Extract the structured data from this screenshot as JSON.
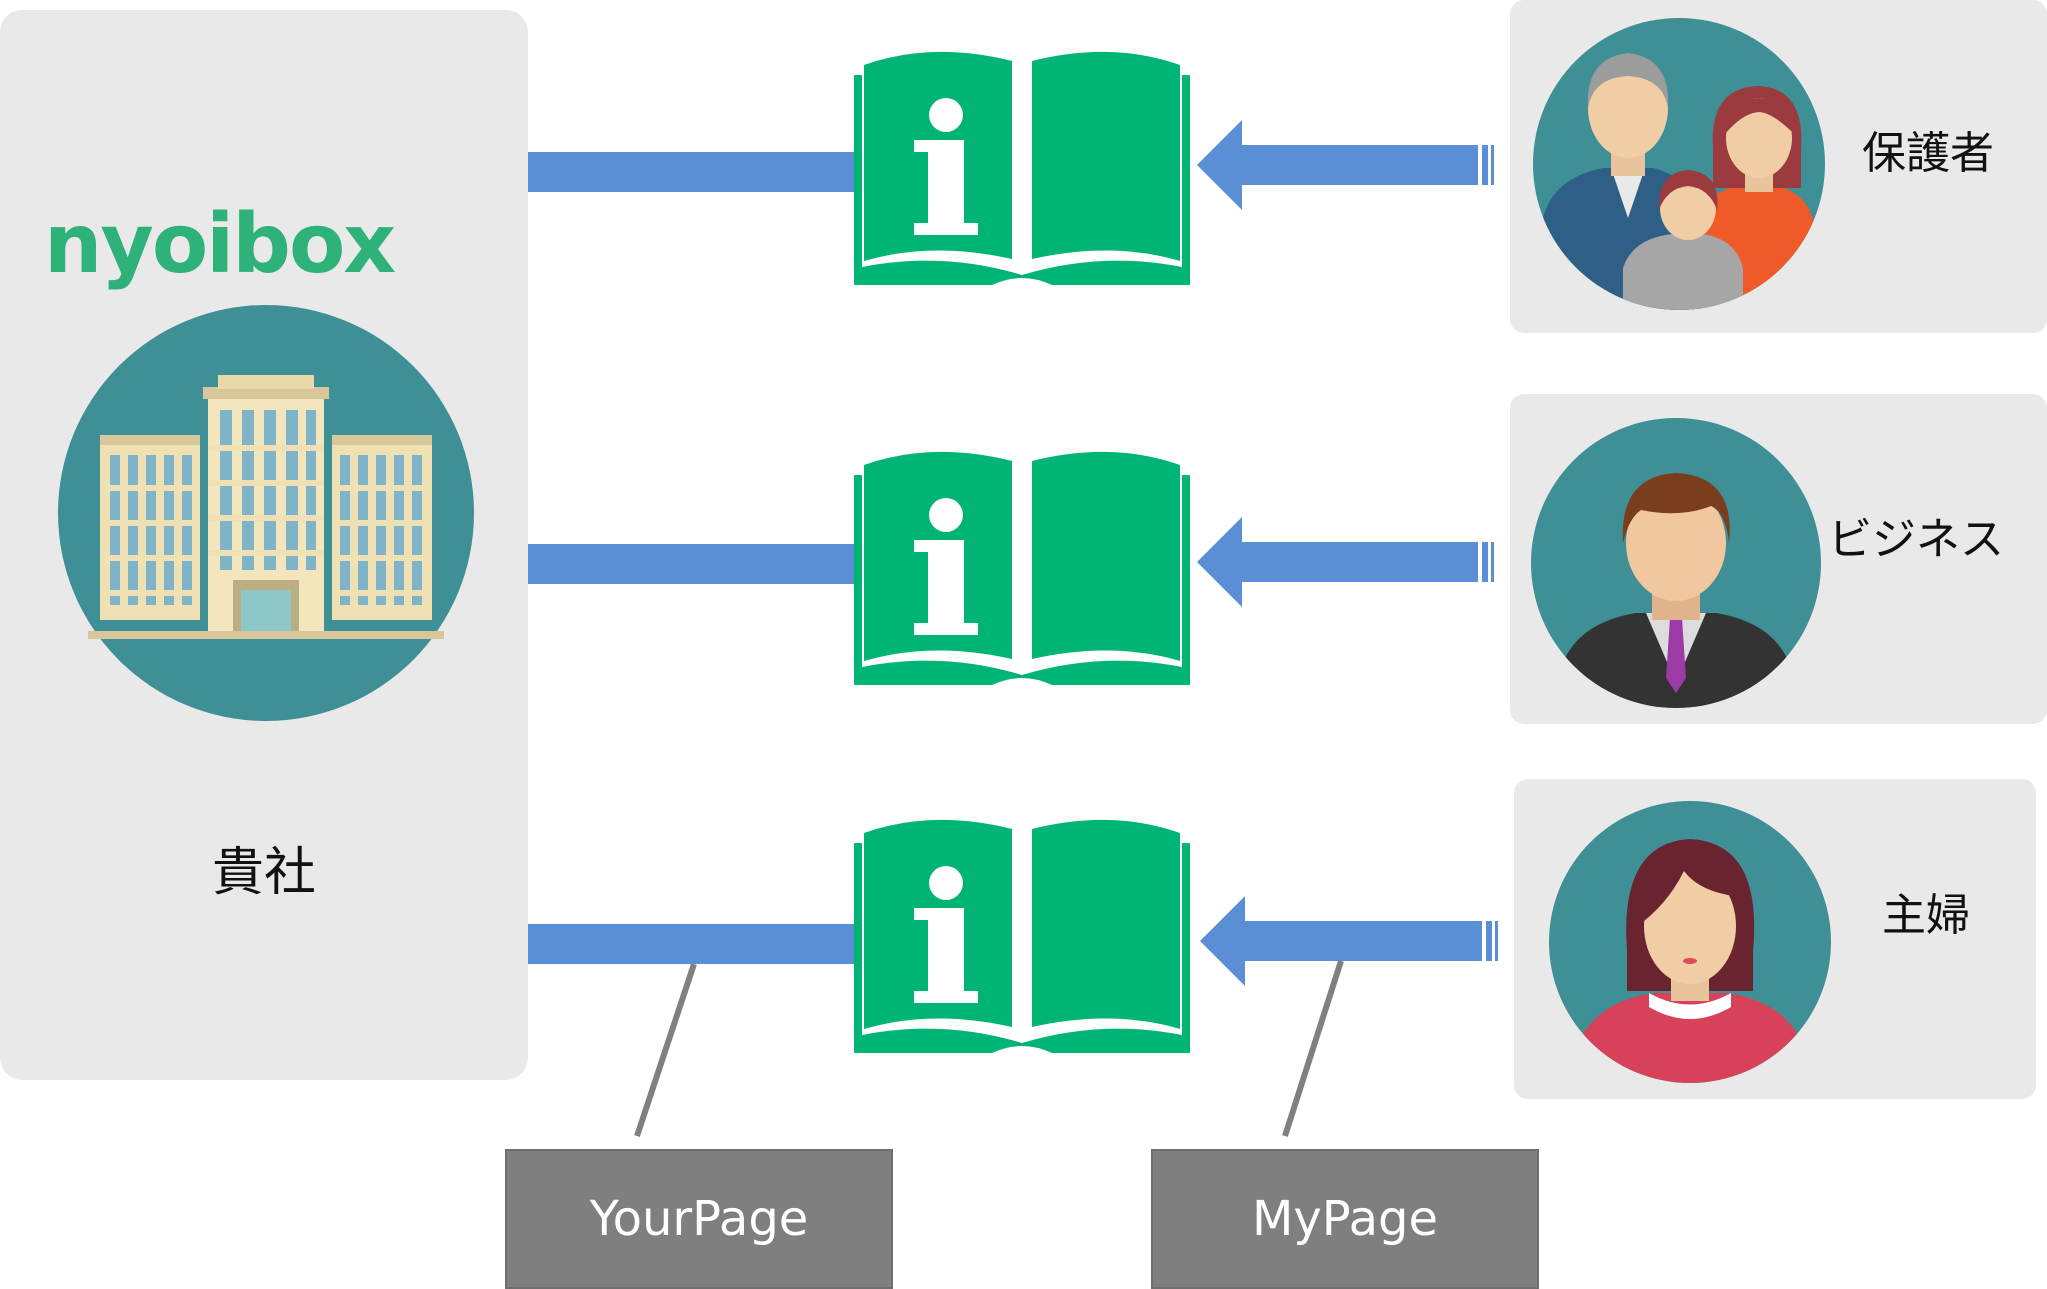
{
  "company": {
    "logo_text": "nyoibox",
    "label": "貴社",
    "icon": "office-building-icon"
  },
  "users": [
    {
      "id": "guardian",
      "label": "保護者",
      "icon": "family-icon"
    },
    {
      "id": "business",
      "label": "ビジネス",
      "icon": "businessman-icon"
    },
    {
      "id": "housewife",
      "label": "主婦",
      "icon": "woman-icon"
    }
  ],
  "book_icon": "info-book-icon",
  "pages": {
    "your_page": "YourPage",
    "my_page": "MyPage"
  },
  "colors": {
    "panel_bg": "#e9e9e9",
    "connector": "#5a8fd6",
    "book": "#00b574",
    "avatar_bg": "#3f8f96",
    "logo": "#2fb27a",
    "page_box": "#7f7f7f"
  }
}
